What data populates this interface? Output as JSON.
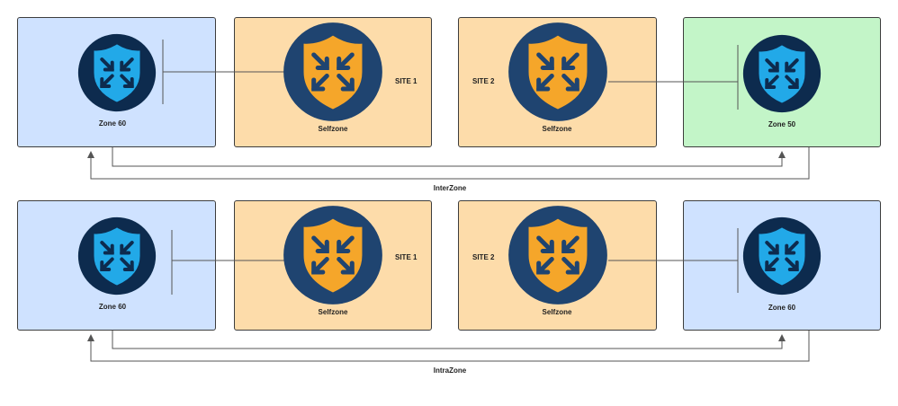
{
  "colors": {
    "zone_blue": "#cfe2ff",
    "zone_green": "#c3f5c8",
    "site_orange": "#fddcaa",
    "router_circle": "#1f4470",
    "router_shield": "#f5a62a",
    "router_arrows": "#1f4470",
    "zone_circle": "#0d2b4e",
    "zone_shield": "#22a9e8",
    "zone_arrows": "#0d2b4e",
    "line": "#555555"
  },
  "rows": [
    {
      "left_zone": {
        "label": "Zone 60",
        "icon": "firewall-shield-icon"
      },
      "site1": {
        "label": "Selfzone",
        "site_label": "SITE 1",
        "icon": "router-shield-icon"
      },
      "site2": {
        "label": "Selfzone",
        "site_label": "SITE 2",
        "icon": "router-shield-icon"
      },
      "right_zone": {
        "label": "Zone 50",
        "icon": "firewall-shield-icon"
      },
      "caption": "InterZone"
    },
    {
      "left_zone": {
        "label": "Zone 60",
        "icon": "firewall-shield-icon"
      },
      "site1": {
        "label": "Selfzone",
        "site_label": "SITE 1",
        "icon": "router-shield-icon"
      },
      "site2": {
        "label": "Selfzone",
        "site_label": "SITE 2",
        "icon": "router-shield-icon"
      },
      "right_zone": {
        "label": "Zone 60",
        "icon": "firewall-shield-icon"
      },
      "caption": "IntraZone"
    }
  ]
}
